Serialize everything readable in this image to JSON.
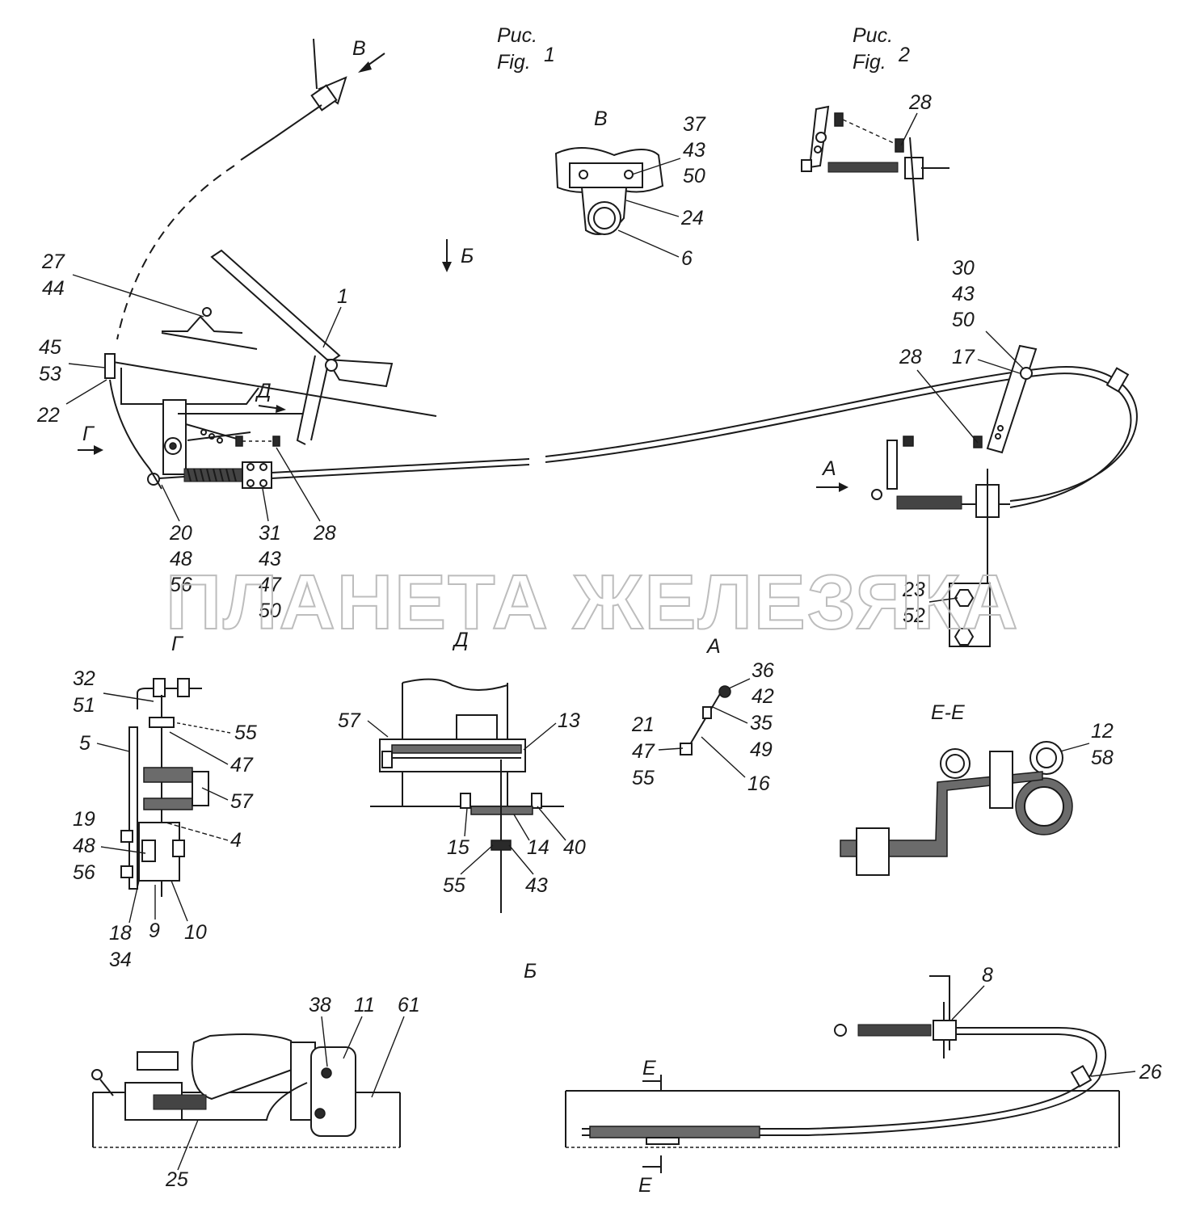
{
  "figure_1": {
    "label_ru": "Рис.",
    "label_en": "Fig.",
    "number": "1"
  },
  "figure_2": {
    "label_ru": "Рис.",
    "label_en": "Fig.",
    "number": "2"
  },
  "view_letters": {
    "V_arrow": "В",
    "B_arrow": "Б",
    "D_arrow": "Д",
    "G_arrow": "Г",
    "A_arrow": "А",
    "V_title": "В",
    "G_title": "Г",
    "D_title": "Д",
    "A_title": "А",
    "B_title": "Б",
    "EE_title": "Е-Е",
    "E_top": "Е",
    "E_bottom": "Е"
  },
  "callouts": {
    "c1": "1",
    "c27_44": [
      "27",
      "44"
    ],
    "c45_53": [
      "45",
      "53"
    ],
    "c22": "22",
    "c20_48_56": [
      "20",
      "48",
      "56"
    ],
    "c31_43_47_50": [
      "31",
      "43",
      "47",
      "50"
    ],
    "c28_main": "28",
    "c37_43_50": [
      "37",
      "43",
      "50"
    ],
    "c24": "24",
    "c6": "6",
    "c28_fig2": "28",
    "c30_43_50": [
      "30",
      "43",
      "50"
    ],
    "c17": "17",
    "c28_right": "28",
    "c23_52": [
      "23",
      "52"
    ],
    "g_32_51": [
      "32",
      "51"
    ],
    "g_5": "5",
    "g_55": "55",
    "g_47": "47",
    "g_57": "57",
    "g_4": "4",
    "g_19_48_56": [
      "19",
      "48",
      "56"
    ],
    "g_18_34": [
      "18",
      "34"
    ],
    "g_9": "9",
    "g_10": "10",
    "d_57": "57",
    "d_13": "13",
    "d_15": "15",
    "d_14": "14",
    "d_40": "40",
    "d_55": "55",
    "d_43": "43",
    "a_36_42": [
      "36",
      "42"
    ],
    "a_35_49": [
      "35",
      "49"
    ],
    "a_21_47_55": [
      "21",
      "47",
      "55"
    ],
    "a_16": "16",
    "ee_12_58": [
      "12",
      "58"
    ],
    "b_38": "38",
    "b_11": "11",
    "b_61": "61",
    "b_25": "25",
    "b_8": "8",
    "b_26": "26"
  },
  "watermark": "ПЛАНЕТА ЖЕЛЕЗЯКА"
}
